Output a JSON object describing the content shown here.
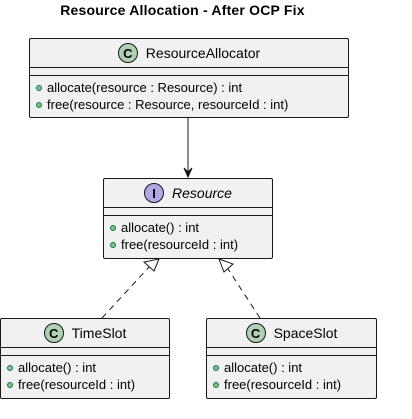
{
  "diagram": {
    "title": "Resource Allocation - After OCP Fix"
  },
  "classes": {
    "allocator": {
      "stereotype": "C",
      "name": "ResourceAllocator",
      "methods": [
        "allocate(resource : Resource) : int",
        "free(resource : Resource, resourceId : int)"
      ]
    },
    "resource": {
      "stereotype": "I",
      "name": "Resource",
      "methods": [
        "allocate() : int",
        "free(resourceId : int)"
      ]
    },
    "timeslot": {
      "stereotype": "C",
      "name": "TimeSlot",
      "methods": [
        "allocate() : int",
        "free(resourceId : int)"
      ]
    },
    "spaceslot": {
      "stereotype": "C",
      "name": "SpaceSlot",
      "methods": [
        "allocate() : int",
        "free(resourceId : int)"
      ]
    }
  },
  "colors": {
    "class_icon": "#add1b2",
    "interface_icon": "#b4a7e5",
    "box_fill": "#f1f1f1",
    "method_dot": "#84be84"
  }
}
